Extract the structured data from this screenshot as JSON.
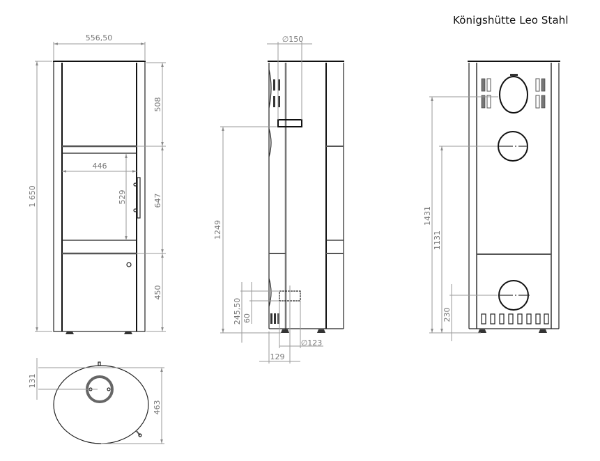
{
  "title": "Königshütte Leo Stahl",
  "views": {
    "front": {
      "label": "front-view",
      "dimensions": {
        "width_total": "556,50",
        "height_total": "1 650",
        "top_section": "508",
        "door_section": "647",
        "bottom_section": "450",
        "window_width": "446",
        "window_height": "529"
      }
    },
    "side": {
      "label": "side-view",
      "dimensions": {
        "flue_diameter": "150",
        "flue_height": "1249",
        "air_inlet_height": "245,50",
        "air_inlet_size": "60",
        "air_inlet_diameter": "123",
        "air_inlet_offset": "129"
      },
      "diameter_symbol": "∅"
    },
    "back": {
      "label": "back-view",
      "dimensions": {
        "upper_outlet_height": "1431",
        "middle_outlet_height": "1131",
        "lower_outlet_height": "230"
      }
    },
    "top": {
      "label": "top-view",
      "dimensions": {
        "flue_offset": "131",
        "depth": "463"
      }
    }
  }
}
